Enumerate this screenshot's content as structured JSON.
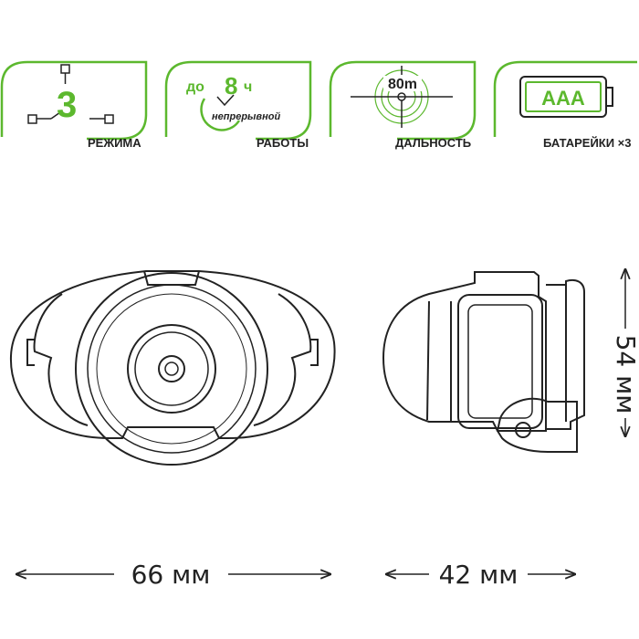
{
  "colors": {
    "accent": "#5cb82e",
    "line": "#222222"
  },
  "badges": {
    "modes": {
      "value": "3",
      "label": "РЕЖИМА"
    },
    "runtime": {
      "prefix": "до",
      "value": "8",
      "unit": "ч",
      "subtitle": "непрерывной",
      "label": "РАБОТЫ"
    },
    "range": {
      "value": "80m",
      "label": "ДАЛЬНОСТЬ"
    },
    "battery": {
      "type": "AAA",
      "label": "БАТАРЕЙКИ ×3"
    }
  },
  "dimensions": {
    "width": "66 мм",
    "depth": "42 мм",
    "height": "54 мм"
  }
}
